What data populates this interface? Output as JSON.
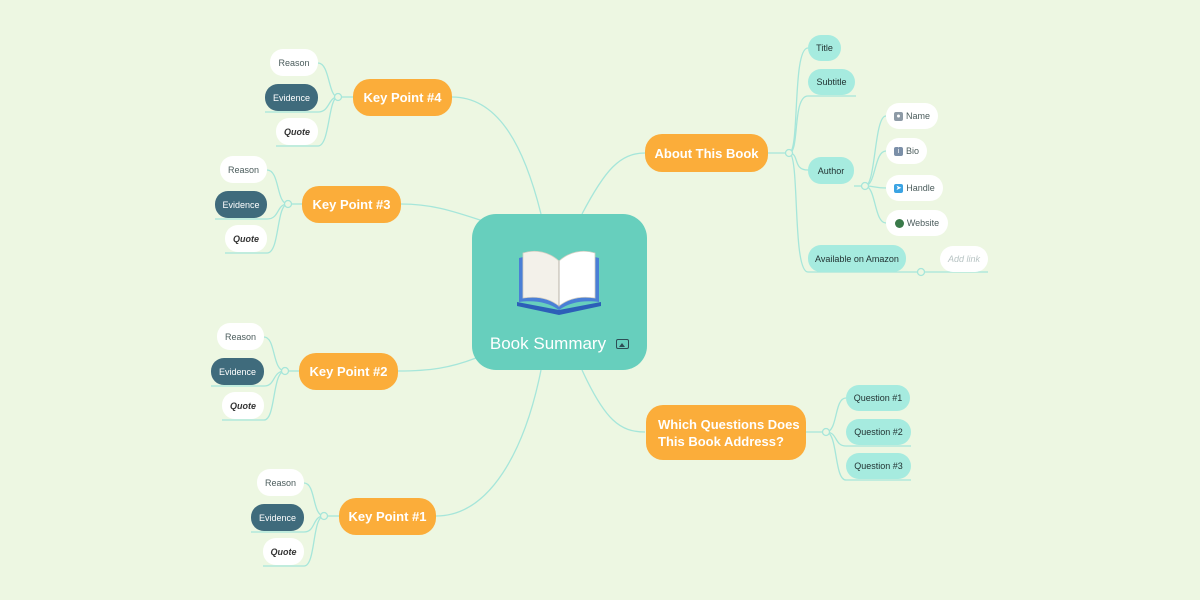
{
  "central": {
    "title": "Book Summary",
    "icon": "open-book-icon",
    "color": "#67cfbd"
  },
  "colors": {
    "background": "#edf7e2",
    "main_branch": "#fbad3a",
    "sub_node": "#a6ebdf",
    "dark_leaf": "#3f6b7c",
    "link": "#a6e6da"
  },
  "about": {
    "label": "About This Book",
    "title": "Title",
    "subtitle": "Subtitle",
    "author": "Author",
    "author_items": {
      "name": "Name",
      "bio": "Bio",
      "handle": "Handle",
      "website": "Website"
    },
    "amazon": "Available on Amazon",
    "add_link": "Add link"
  },
  "questions": {
    "label": "Which Questions Does This Book Address?",
    "items": [
      "Question #1",
      "Question #2",
      "Question #3"
    ]
  },
  "key_points": [
    {
      "label": "Key Point #1",
      "reason": "Reason",
      "evidence": "Evidence",
      "quote": "Quote"
    },
    {
      "label": "Key Point #2",
      "reason": "Reason",
      "evidence": "Evidence",
      "quote": "Quote"
    },
    {
      "label": "Key Point #3",
      "reason": "Reason",
      "evidence": "Evidence",
      "quote": "Quote"
    },
    {
      "label": "Key Point #4",
      "reason": "Reason",
      "evidence": "Evidence",
      "quote": "Quote"
    }
  ]
}
